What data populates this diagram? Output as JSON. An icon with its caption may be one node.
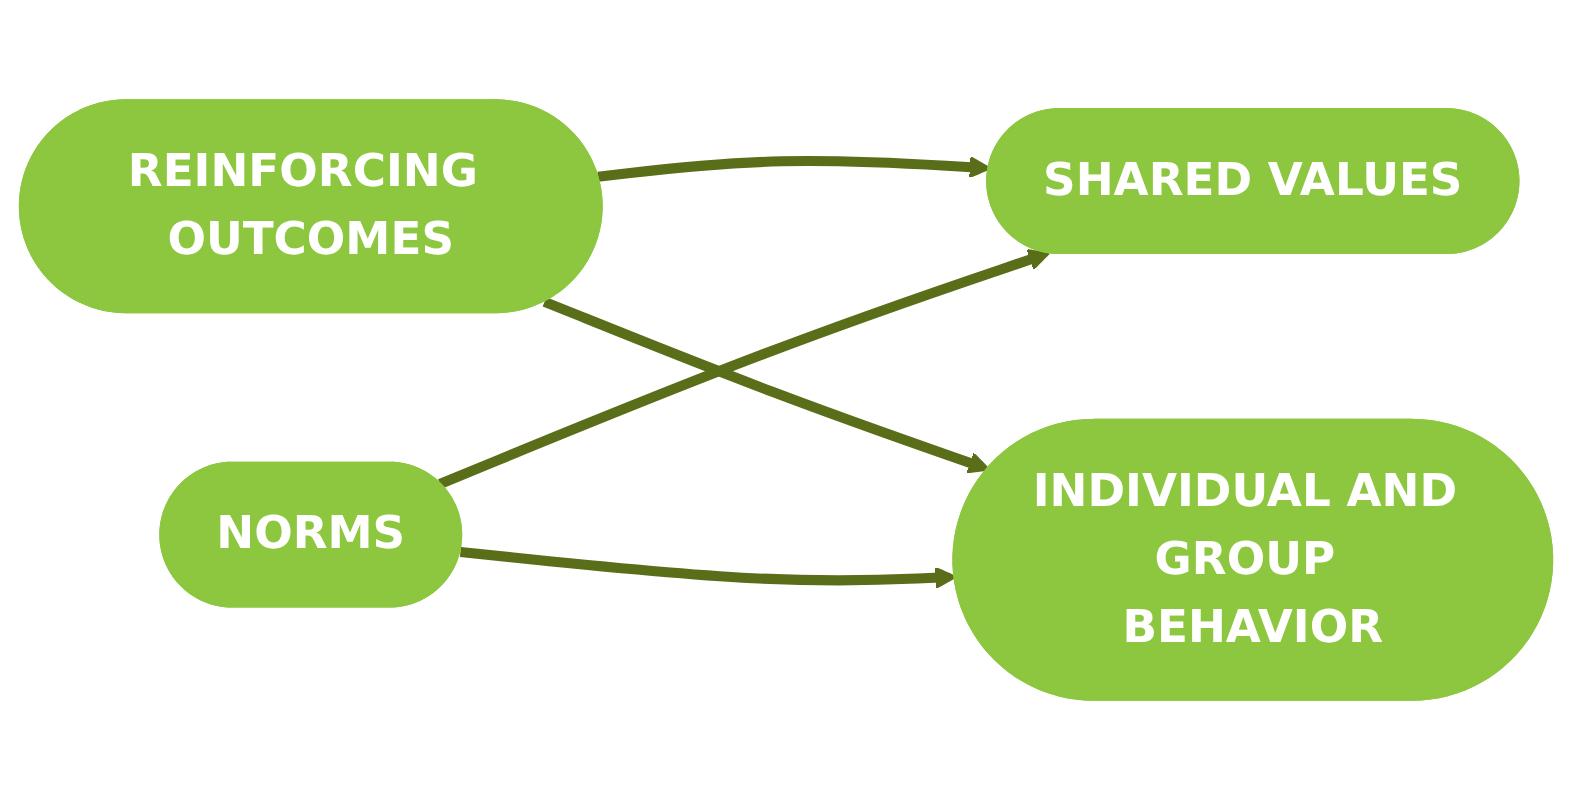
{
  "diagram": {
    "nodes": [
      {
        "text": [
          "SHARED VALUES"
        ]
      },
      {
        "text": [
          "REINFORCING OUTCOMES"
        ]
      },
      {
        "text": [
          "NORMS"
        ]
      },
      {
        "text": [
          "INDIVIDUAL AND GROUP BEHAVIOR"
        ]
      }
    ],
    "edges": [
      {
        "from": 1,
        "to": 0,
        "arrow": "to"
      },
      {
        "from": 1,
        "to": 3,
        "arrow": "to"
      },
      {
        "from": 2,
        "to": 0,
        "arrow": "to"
      },
      {
        "from": 2,
        "to": 3,
        "arrow": "to"
      }
    ]
  }
}
